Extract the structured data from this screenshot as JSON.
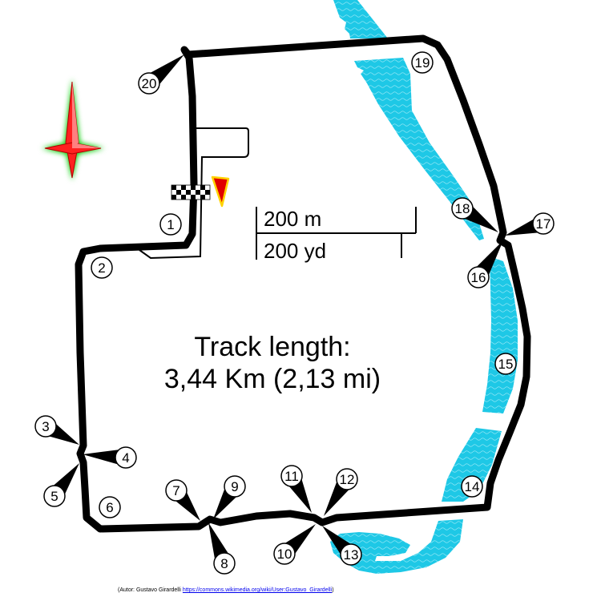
{
  "scale": {
    "metric": "200 m",
    "imperial": "200 yd"
  },
  "track_length": {
    "line1": "Track length:",
    "line2": "3,44 Km (2,13 mi)"
  },
  "turns": [
    "1",
    "2",
    "3",
    "4",
    "5",
    "6",
    "7",
    "8",
    "9",
    "10",
    "11",
    "12",
    "13",
    "14",
    "15",
    "16",
    "17",
    "18",
    "19",
    "20"
  ],
  "credit": {
    "author": "(Autor: Gustavo Girardelli ",
    "link": "https://commons.wikimedia.org/wiki/User:Gustavo_Girardelli",
    "suffix": ")"
  },
  "colors": {
    "track": "#000000",
    "water": "#1ec8e6",
    "water_wave": "#8fe6f5",
    "compass_fill": "#ff2020",
    "compass_glow": "#00cc00",
    "direction_flag": "#e00000",
    "direction_flag_outline": "#ffd200"
  },
  "icons": [
    "compass-rose-icon",
    "checkered-flag-icon",
    "race-direction-flag-icon"
  ]
}
